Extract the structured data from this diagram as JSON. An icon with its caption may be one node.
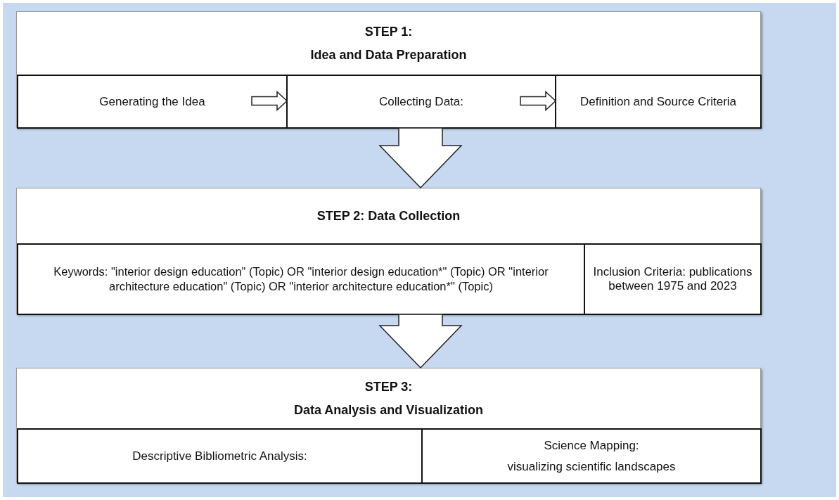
{
  "diagram": {
    "nodes": [
      {
        "text": [
          "STEP 1:",
          "Idea and Data Preparation"
        ]
      },
      {
        "text": [
          "Generating the Idea"
        ],
        "in": 0
      },
      {
        "text": [
          "Collecting Data:"
        ],
        "in": 0
      },
      {
        "text": [
          "Definition and Source Criteria"
        ],
        "in": 0
      },
      {
        "text": [
          "STEP 2: Data Collection"
        ]
      },
      {
        "text": [
          "Keywords: \"interior design education\" (Topic) OR \"interior design education*\" (Topic) OR \"interior architecture education\" (Topic) OR \"interior architecture education*\" (Topic)"
        ],
        "in": 4
      },
      {
        "text": [
          "Inclusion Criteria: publications between 1975 and 2023"
        ],
        "in": 4
      },
      {
        "text": [
          "STEP 3:",
          "Data Analysis and Visualization"
        ]
      },
      {
        "text": [
          "Descriptive Bibliometric Analysis:"
        ],
        "in": 7
      },
      {
        "text": [
          "Science Mapping:",
          "visualizing scientific landscapes"
        ],
        "in": 7
      }
    ],
    "edges": [
      {
        "from": 1,
        "to": 2,
        "arrow": "to"
      },
      {
        "from": 2,
        "to": 3,
        "arrow": "to"
      },
      {
        "from": 0,
        "to": 4,
        "arrow": "to"
      },
      {
        "from": 4,
        "to": 7,
        "arrow": "to"
      }
    ]
  }
}
